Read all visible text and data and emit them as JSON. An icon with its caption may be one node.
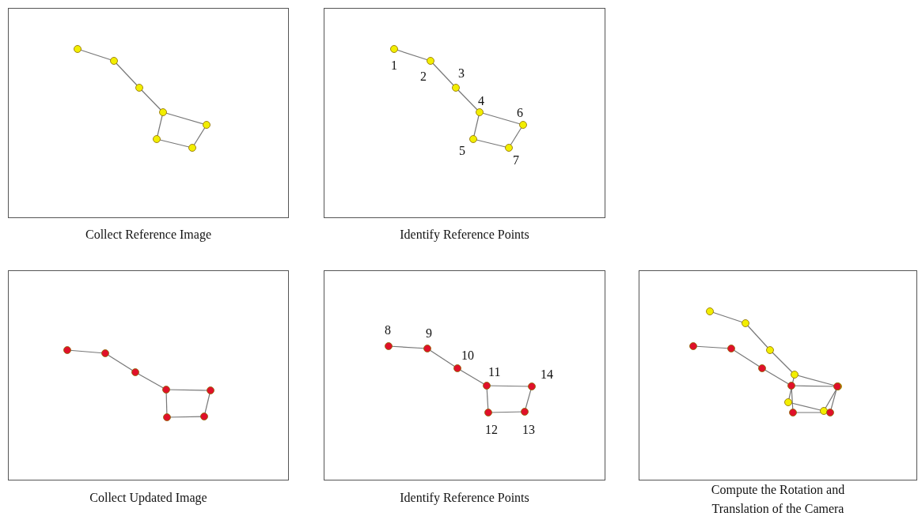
{
  "diagram": {
    "nodes": [
      {
        "text": [],
        "shape": "picture",
        "beside": [
          "Collect Reference Image"
        ]
      },
      {
        "text": [],
        "shape": "picture",
        "beside": [
          "Identify Reference Points"
        ]
      },
      {
        "text": [],
        "shape": "picture",
        "beside": [
          "Collect Updated Image"
        ]
      },
      {
        "text": [],
        "shape": "picture",
        "beside": [
          "Identify Reference Points"
        ]
      },
      {
        "text": [],
        "shape": "picture",
        "beside": [
          "Compute the Rotation and Translation of the Camera"
        ]
      }
    ],
    "labels": [
      "1",
      "2",
      "3",
      "4",
      "6",
      "5",
      "7",
      "8",
      "9",
      "10",
      "11",
      "14",
      "12",
      "13"
    ]
  }
}
